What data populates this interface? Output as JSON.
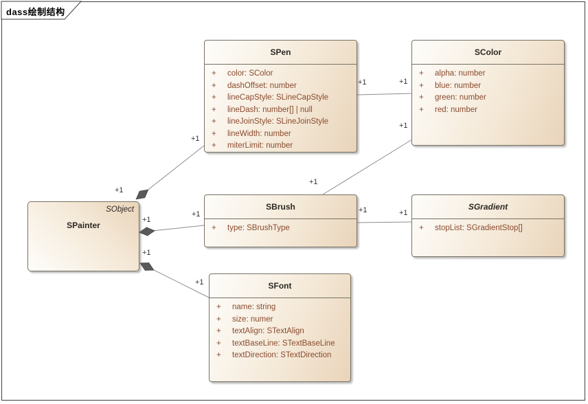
{
  "frame": {
    "label": "dass绘制结构"
  },
  "classes": {
    "spen": {
      "name": "SPen",
      "attributes": [
        {
          "visibility": "+",
          "text": "color: SColor"
        },
        {
          "visibility": "+",
          "text": "dashOffset: number"
        },
        {
          "visibility": "+",
          "text": "lineCapStyle: SLineCapStyle"
        },
        {
          "visibility": "+",
          "text": "lineDash: number[] | null"
        },
        {
          "visibility": "+",
          "text": "lineJoinStyle: SLineJoinStyle"
        },
        {
          "visibility": "+",
          "text": "lineWidth: number"
        },
        {
          "visibility": "+",
          "text": "miterLimit: number"
        }
      ]
    },
    "scolor": {
      "name": "SColor",
      "attributes": [
        {
          "visibility": "+",
          "text": "alpha: number"
        },
        {
          "visibility": "+",
          "text": "blue: number"
        },
        {
          "visibility": "+",
          "text": "green: number"
        },
        {
          "visibility": "+",
          "text": "red: number"
        }
      ]
    },
    "spainter": {
      "name": "SPainter",
      "parent_label": "SObject",
      "attributes": []
    },
    "sbrush": {
      "name": "SBrush",
      "attributes": [
        {
          "visibility": "+",
          "text": "type: SBrushType"
        }
      ]
    },
    "sgradient": {
      "name": "SGradient",
      "abstract": true,
      "attributes": [
        {
          "visibility": "+",
          "text": "stopList: SGradientStop[]"
        }
      ]
    },
    "sfont": {
      "name": "SFont",
      "attributes": [
        {
          "visibility": "+",
          "text": "name: string"
        },
        {
          "visibility": "+",
          "text": "size: numer"
        },
        {
          "visibility": "+",
          "text": "textAlign: STextAlign"
        },
        {
          "visibility": "+",
          "text": "textBaseLine: STextBaseLine"
        },
        {
          "visibility": "+",
          "text": "textDirection: STextDirection"
        }
      ]
    }
  },
  "relations": {
    "painter_pen": {
      "type": "composition",
      "from": "SPainter",
      "to": "SPen",
      "from_label": "+1",
      "to_label": "+1"
    },
    "painter_brush": {
      "type": "composition",
      "from": "SPainter",
      "to": "SBrush",
      "from_label": "+1",
      "to_label": "+1"
    },
    "painter_font": {
      "type": "composition",
      "from": "SPainter",
      "to": "SFont",
      "from_label": "+1",
      "to_label": "+1"
    },
    "pen_color": {
      "type": "association",
      "from": "SPen",
      "to": "SColor",
      "from_label": "+1",
      "to_label": "+1"
    },
    "brush_color": {
      "type": "association",
      "from": "SBrush",
      "to": "SColor",
      "from_label": "+1",
      "to_label": "+1"
    },
    "brush_gradient": {
      "type": "association",
      "from": "SBrush",
      "to": "SGradient",
      "from_label": "+1",
      "to_label": "+1"
    }
  },
  "colors": {
    "box_fill_light": "#fefdfb",
    "box_fill_dark": "#e9d4ba",
    "box_border": "#777164",
    "attribute_text": "#8a4a2e",
    "line_color": "#8c8c8c",
    "diamond_color": "#5a5a5a"
  }
}
